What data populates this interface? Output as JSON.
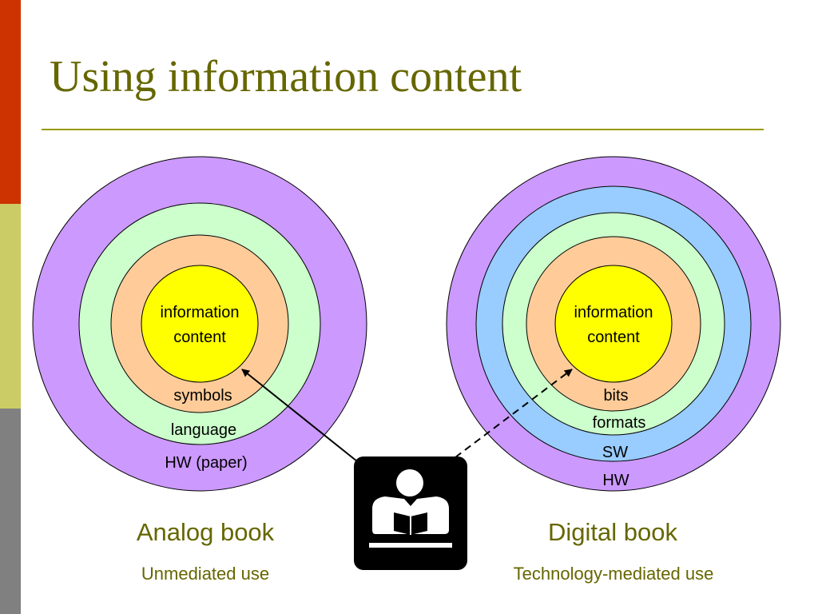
{
  "title": "Using information content",
  "colors": {
    "sidebar_red": "#cc3300",
    "sidebar_olive": "#cccc66",
    "sidebar_gray": "#808080",
    "title_olive": "#666600",
    "rule_olive": "#999900",
    "caption_olive": "#666600",
    "hw_ring": "#cc99ff",
    "sw_ring": "#99ccff",
    "format_ring": "#ccffcc",
    "symbol_ring": "#ffcc99",
    "core": "#ffff00",
    "icon_bg": "#000000",
    "icon_fg": "#ffffff"
  },
  "analog": {
    "core_line1": "information",
    "core_line2": "content",
    "rings": [
      "symbols",
      "language",
      "HW (paper)"
    ],
    "caption": "Analog book",
    "subcaption": "Unmediated use"
  },
  "digital": {
    "core_line1": "information",
    "core_line2": "content",
    "rings": [
      "bits",
      "formats",
      "SW",
      "HW"
    ],
    "caption": "Digital book",
    "subcaption": "Technology-mediated use"
  },
  "icons": {
    "reader": "reader-icon"
  }
}
